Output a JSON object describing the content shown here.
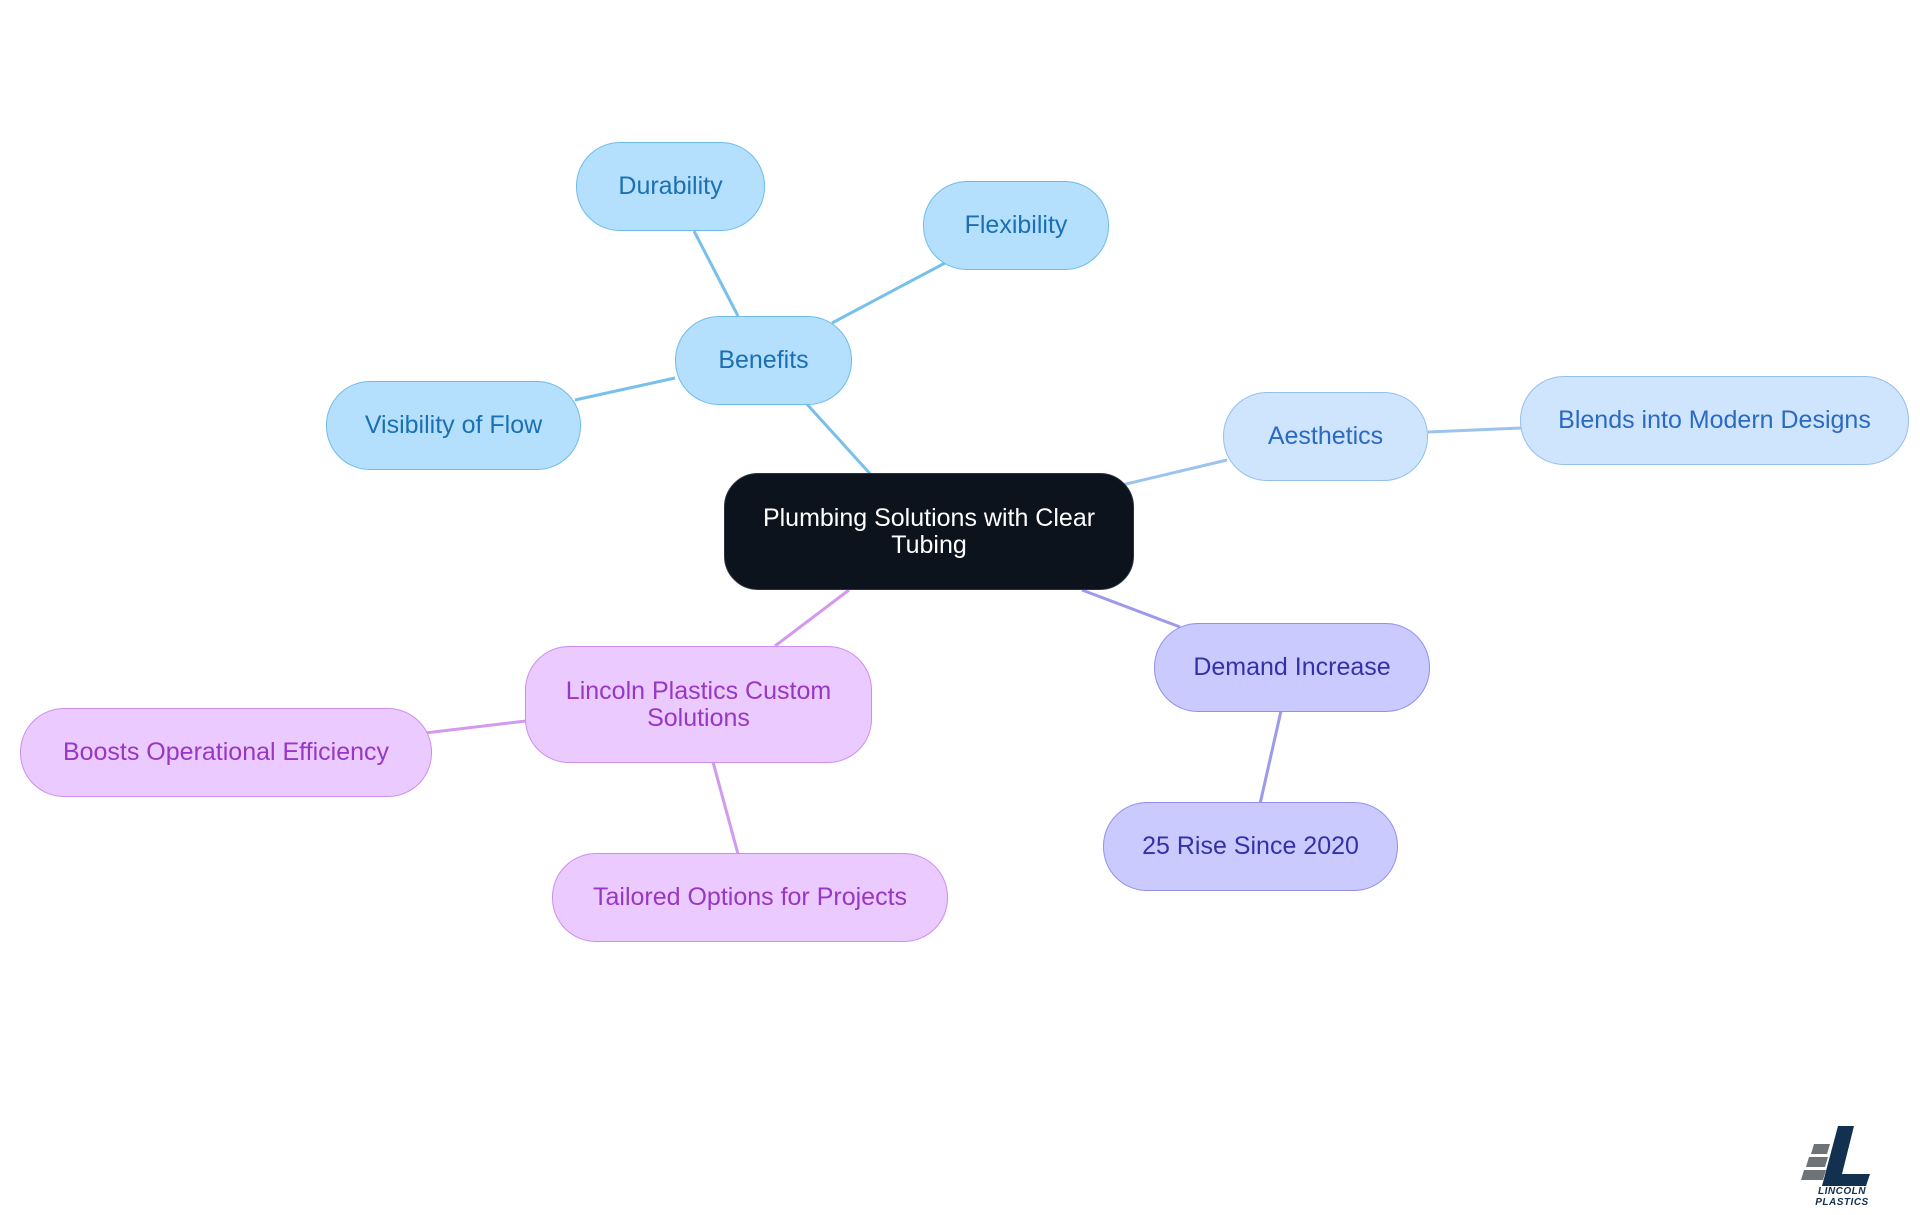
{
  "diagram": {
    "type": "mind-map",
    "root": {
      "label": "Plumbing Solutions with Clear Tubing"
    },
    "branches": [
      {
        "label": "Benefits",
        "color": "#b5e0fd",
        "children": [
          {
            "label": "Durability"
          },
          {
            "label": "Flexibility"
          },
          {
            "label": "Visibility of Flow"
          }
        ]
      },
      {
        "label": "Aesthetics",
        "color": "#cfe4fd",
        "children": [
          {
            "label": "Blends into Modern Designs"
          }
        ]
      },
      {
        "label": "Demand Increase",
        "color": "#cbcafe",
        "children": [
          {
            "label": "25 Rise Since 2020"
          }
        ]
      },
      {
        "label": "Lincoln Plastics Custom Solutions",
        "color": "#ebcaff",
        "children": [
          {
            "label": "Boosts Operational Efficiency"
          },
          {
            "label": "Tailored Options for Projects"
          }
        ]
      }
    ]
  },
  "colors": {
    "root": "#0c131c",
    "edge_benefits": "#78c0ea",
    "edge_aesthetics": "#9bc3ee",
    "edge_demand": "#9d9aee",
    "edge_lincoln": "#d398f0"
  },
  "logo": {
    "text": "LINCOLN PLASTICS",
    "icon": "lincoln-plastics-logo-icon"
  }
}
